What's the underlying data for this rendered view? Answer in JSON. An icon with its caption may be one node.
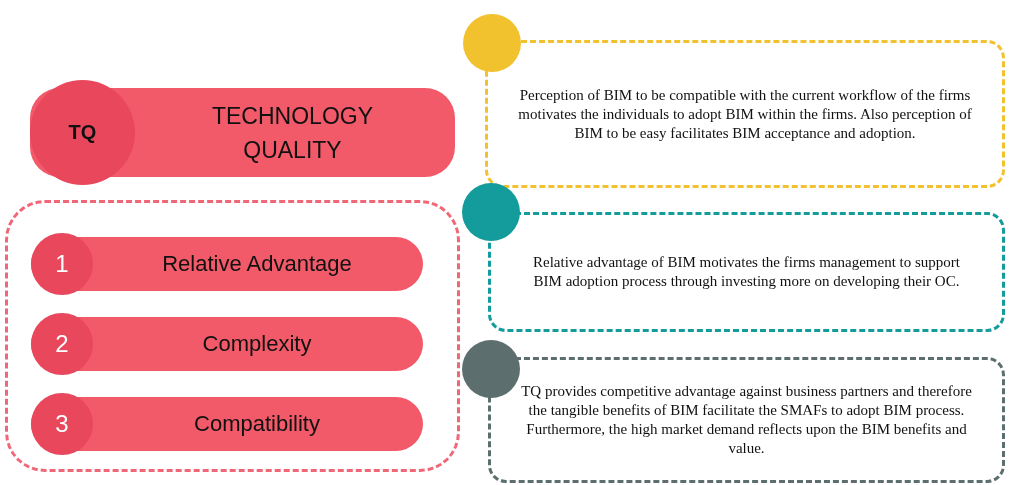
{
  "diagram": {
    "nodes": [
      {
        "text": [
          "TQ",
          "TECHNOLOGY QUALITY"
        ]
      },
      {
        "text": [
          "Perception of BIM to be compatible with the current workflow of the firms motivates the individuals to adopt BIM within the firms. Also perception of BIM to be easy facilitates BIM acceptance and adoption."
        ]
      },
      {
        "text": [],
        "shape": "box"
      },
      {
        "text": [
          "1",
          "Relative Advantage"
        ],
        "in": 2
      },
      {
        "text": [
          "Relative advantage of BIM motivates the firms management to support BIM adoption process through investing more on developing their OC."
        ]
      },
      {
        "text": [
          "2",
          "Complexity"
        ],
        "in": 2
      },
      {
        "text": [
          "3",
          "Compatibility"
        ],
        "in": 2
      },
      {
        "text": [
          "TQ provides competitive advantage against business partners and therefore the tangible benefits of BIM facilitate the SMAFs to adopt BIM process. Furthermore, the high market demand reflects upon the BIM benefits and value."
        ]
      }
    ],
    "edges": []
  }
}
